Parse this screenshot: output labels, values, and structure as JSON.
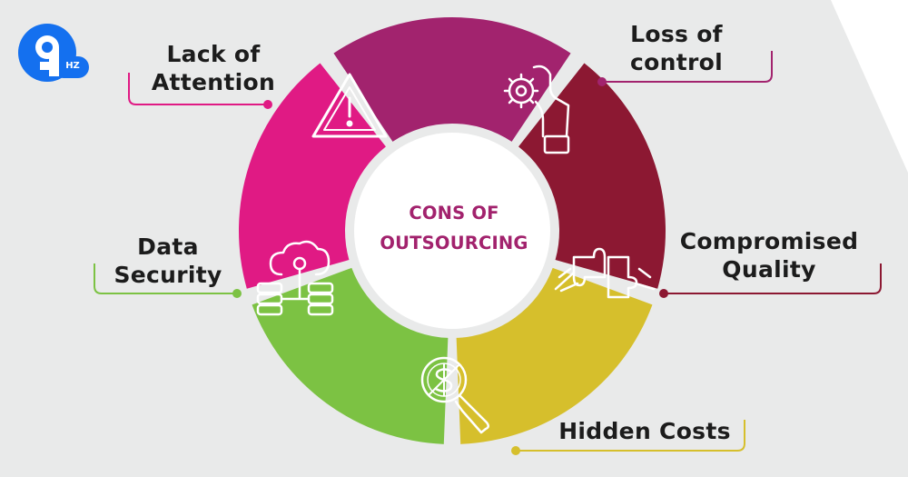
{
  "logo": {
    "text": "HZ"
  },
  "center": {
    "line1": "CONS OF",
    "line2": "OUTSOURCING"
  },
  "segments": [
    {
      "line1": "Lack of",
      "line2": "Attention",
      "color": "#e01a84",
      "icon": "warning-icon"
    },
    {
      "line1": "Loss of",
      "line2": "control",
      "color": "#a2236e",
      "icon": "hand-gear-icon"
    },
    {
      "line1": "Compromised",
      "line2": "Quality",
      "color": "#8c1832",
      "icon": "puzzle-hands-icon"
    },
    {
      "line1": "Hidden Costs",
      "line2": "",
      "color": "#d6bf2c",
      "icon": "dollar-search-icon"
    },
    {
      "line1": "Data",
      "line2": "Security",
      "color": "#7cc243",
      "icon": "cloud-database-icon"
    }
  ],
  "colors": {
    "background_band": "#e9eaea",
    "logo_blue": "#1470ef",
    "center_text": "#a2226d"
  }
}
